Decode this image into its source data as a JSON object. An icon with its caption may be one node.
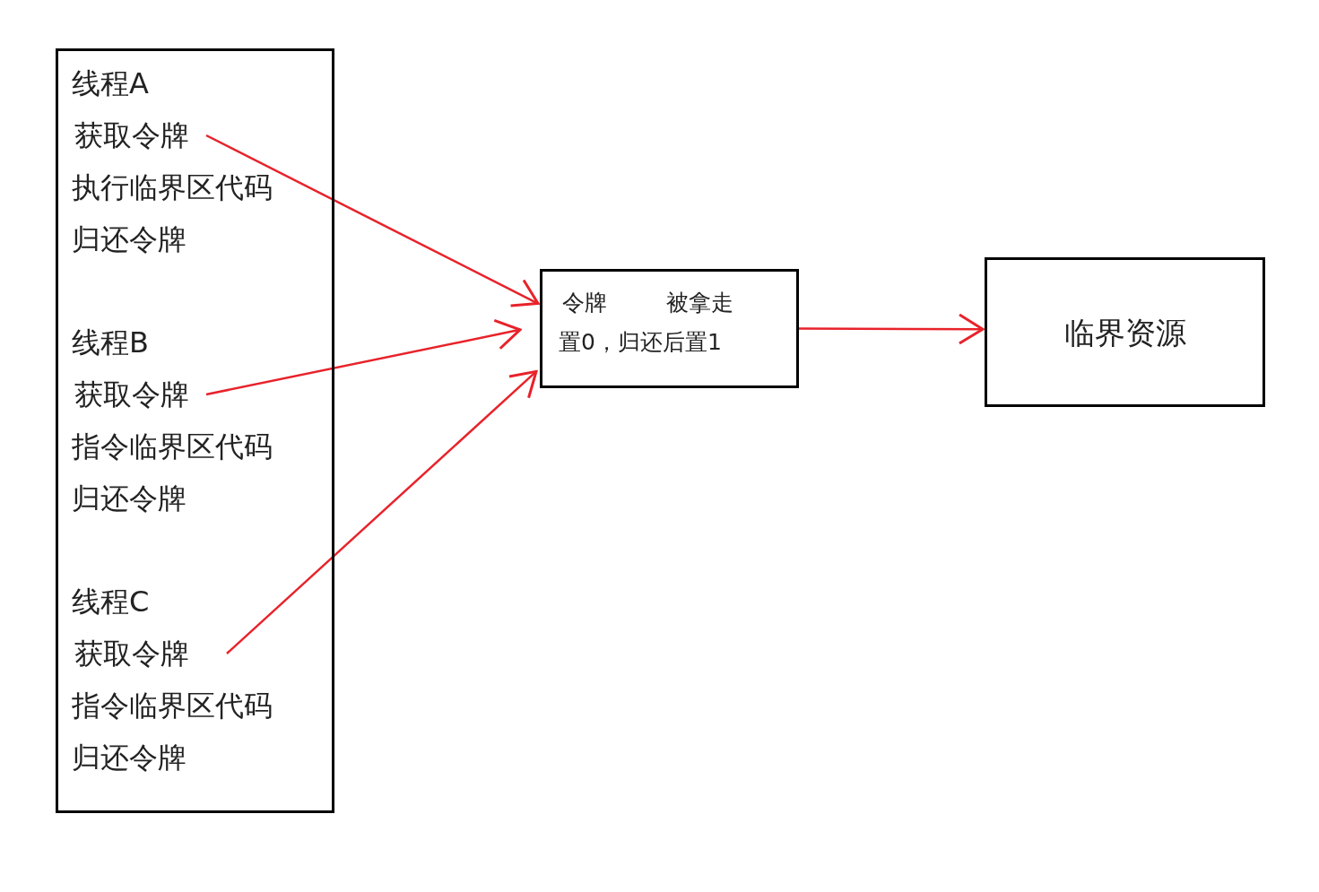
{
  "diagram": {
    "nodes": [
      {
        "text": [
          "线程A",
          "执行临界区代码",
          "归还令牌",
          "线程B",
          "指令临界区代码",
          "归还令牌",
          "线程C",
          "指令临界区代码",
          "归还令牌"
        ]
      },
      {
        "text": [
          "获取令牌"
        ],
        "in": 0
      },
      {
        "text": [
          "获取令牌"
        ],
        "in": 0
      },
      {
        "text": [
          "获取令牌"
        ],
        "in": 0
      },
      {
        "text": [
          "令牌",
          "被拿走",
          "置0，归还后置1"
        ]
      },
      {
        "text": [
          "临界资源"
        ]
      }
    ],
    "edges": [
      {
        "from": 1,
        "to": 4,
        "arrow": "to"
      },
      {
        "from": 2,
        "to": 4,
        "arrow": "to"
      },
      {
        "from": 3,
        "to": 4,
        "arrow": "to"
      },
      {
        "from": 4,
        "to": 5,
        "arrow": "to"
      }
    ]
  }
}
